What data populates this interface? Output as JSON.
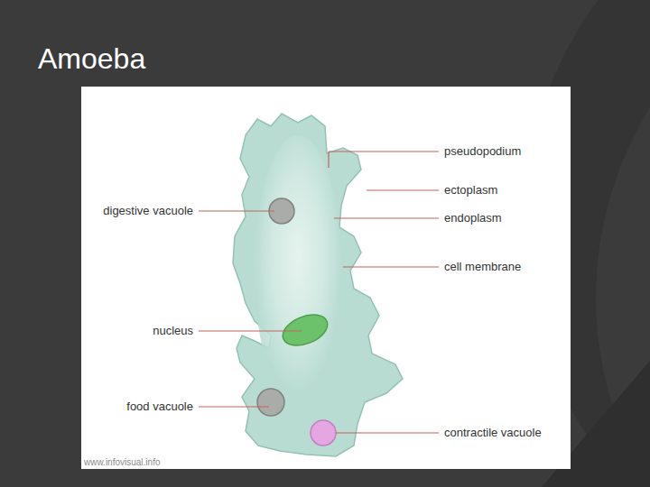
{
  "diagram": {
    "title": "Amoeba",
    "labels": [
      "pseudopodium",
      "digestive vacuole",
      "ectoplasm",
      "endoplasm",
      "cell membrane",
      "nucleus",
      "food vacuole",
      "contractile vacuole",
      "www.infovisual.info"
    ]
  }
}
